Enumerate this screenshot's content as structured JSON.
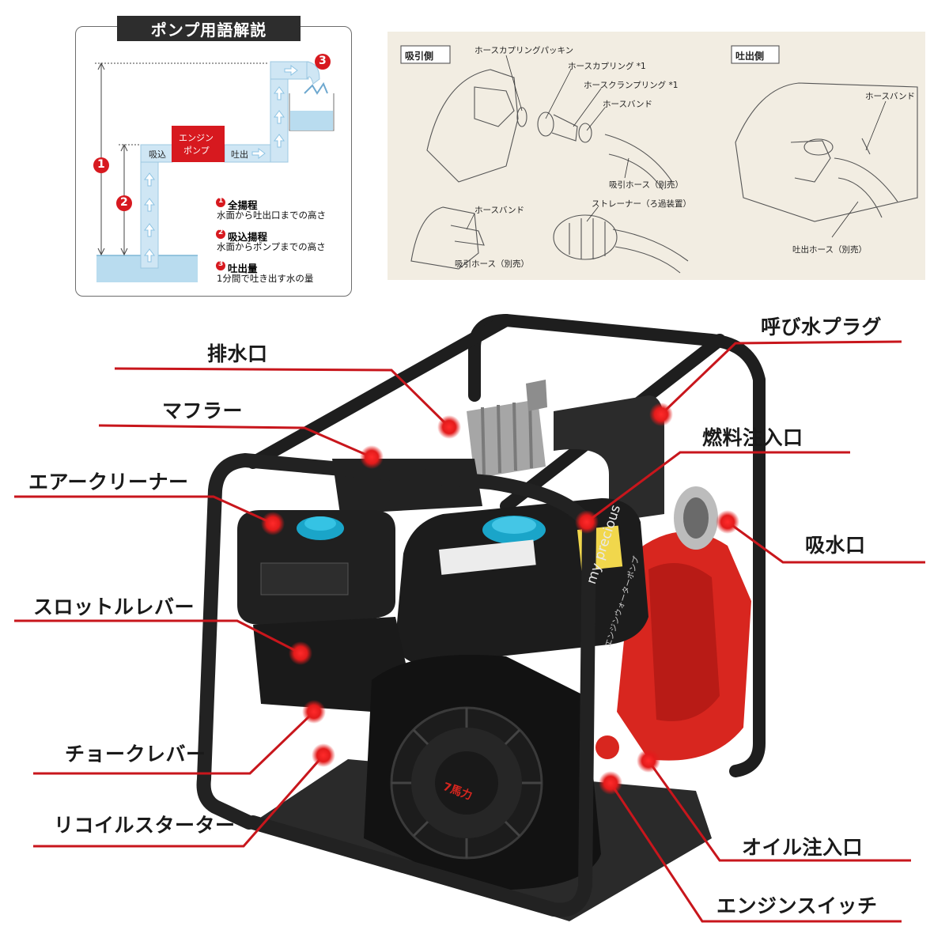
{
  "glossary": {
    "title": "ポンプ用語解説",
    "box_labels": {
      "engine_pump_line1": "エンジン",
      "engine_pump_line2": "ポンプ",
      "suction": "吸込",
      "discharge": "吐出"
    },
    "markers": [
      "1",
      "2",
      "3"
    ],
    "definitions": [
      {
        "num": "1",
        "term": "全揚程",
        "desc": "水面から吐出口までの高さ"
      },
      {
        "num": "2",
        "term": "吸込揚程",
        "desc": "水面からポンプまでの高さ"
      },
      {
        "num": "3",
        "term": "吐出量",
        "desc": "1分間で吐き出す水の量"
      }
    ]
  },
  "installation": {
    "suction_side": "吸引側",
    "discharge_side": "吐出側",
    "labels": {
      "coupling_packing": "ホースカプリングパッキン",
      "coupling": "ホースカプリング *1",
      "clamp_ring": "ホースクランプリング *1",
      "hose_band": "ホースバンド",
      "suction_hose": "吸引ホース（別売）",
      "strainer": "ストレーナー（ろ過装置）",
      "hose_band_2": "ホースバンド",
      "suction_hose_2": "吸引ホース（別売）",
      "hose_band_3": "ホースバンド",
      "discharge_hose": "吐出ホース（別売）"
    }
  },
  "callouts": {
    "drain_port": "排水口",
    "muffler": "マフラー",
    "air_cleaner": "エアークリーナー",
    "throttle_lever": "スロットルレバー",
    "choke_lever": "チョークレバー",
    "recoil_starter": "リコイルスターター",
    "priming_plug": "呼び水プラグ",
    "fuel_inlet": "燃料注入口",
    "suction_port": "吸水口",
    "oil_inlet": "オイル注入口",
    "engine_switch": "エンジンスイッチ"
  },
  "product": {
    "brand": "my precious",
    "model_text": "エンジンウォーターポンプ",
    "recoil_label": "7馬力"
  },
  "colors": {
    "accent_red": "#d7191f",
    "water_blue": "#b9dcef",
    "arrow_blue": "#8cc3e3",
    "frame_black": "#1e1e1e",
    "pump_red": "#d8261f",
    "panel_beige": "#f2ede2"
  }
}
